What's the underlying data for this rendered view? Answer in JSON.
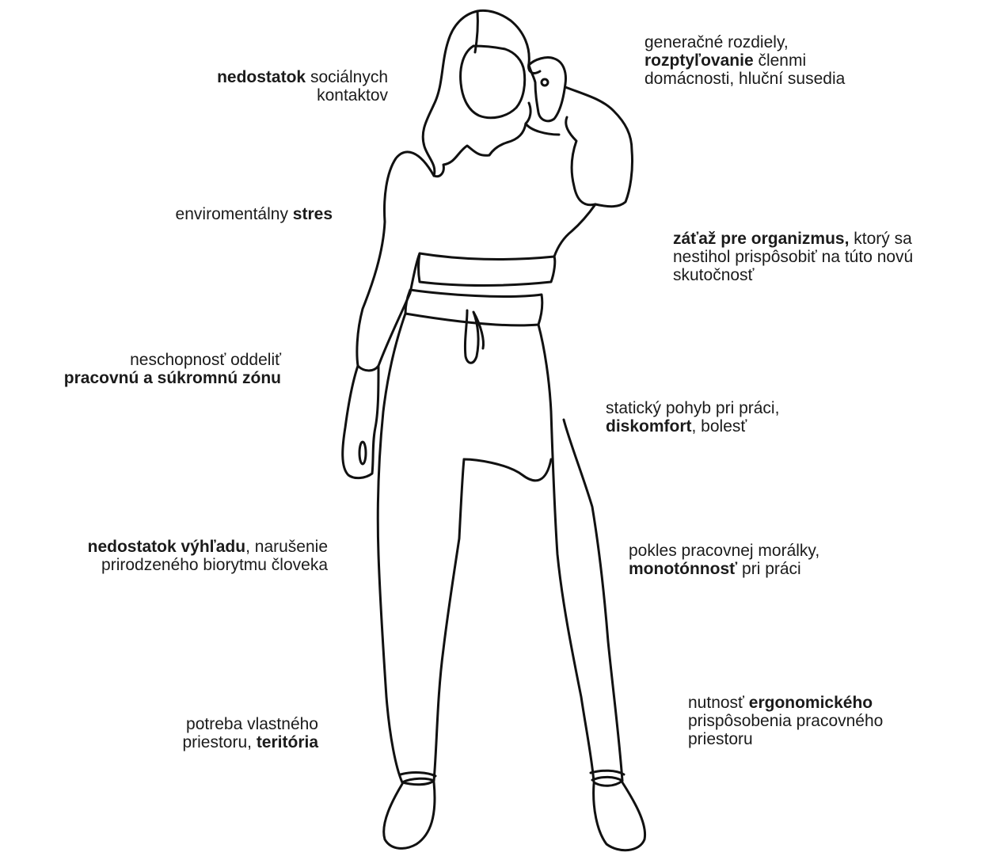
{
  "annotations": {
    "left": [
      {
        "id": "social",
        "lines": [
          [
            {
              "t": "nedostatok",
              "b": true
            },
            {
              "t": " sociálnych",
              "b": false
            }
          ],
          [
            {
              "t": "kontaktov",
              "b": false
            }
          ]
        ]
      },
      {
        "id": "env-stress",
        "lines": [
          [
            {
              "t": "enviromentálny ",
              "b": false
            },
            {
              "t": "stres",
              "b": true
            }
          ]
        ]
      },
      {
        "id": "zones",
        "lines": [
          [
            {
              "t": "neschopnosť oddeliť",
              "b": false
            }
          ],
          [
            {
              "t": "pracovnú a súkromnú zónu",
              "b": true
            }
          ]
        ]
      },
      {
        "id": "view",
        "lines": [
          [
            {
              "t": "nedostatok výhľadu",
              "b": true
            },
            {
              "t": ", narušenie",
              "b": false
            }
          ],
          [
            {
              "t": "prirodzeného biorytmu človeka",
              "b": false
            }
          ]
        ]
      },
      {
        "id": "territory",
        "lines": [
          [
            {
              "t": "potreba vlastného",
              "b": false
            }
          ],
          [
            {
              "t": "priestoru, ",
              "b": false
            },
            {
              "t": "teritória",
              "b": true
            }
          ]
        ]
      }
    ],
    "right": [
      {
        "id": "distraction",
        "lines": [
          [
            {
              "t": "generačné rozdiely,",
              "b": false
            }
          ],
          [
            {
              "t": "rozptyľovanie",
              "b": true
            },
            {
              "t": " členmi",
              "b": false
            }
          ],
          [
            {
              "t": "domácnosti, hluční susedia",
              "b": false
            }
          ]
        ]
      },
      {
        "id": "organism",
        "lines": [
          [
            {
              "t": "záťaž pre organizmus,",
              "b": true
            },
            {
              "t": " ktorý sa",
              "b": false
            }
          ],
          [
            {
              "t": "nestihol prispôsobiť na túto novú",
              "b": false
            }
          ],
          [
            {
              "t": "skutočnosť",
              "b": false
            }
          ]
        ]
      },
      {
        "id": "discomfort",
        "lines": [
          [
            {
              "t": "statický pohyb pri práci,",
              "b": false
            }
          ],
          [
            {
              "t": "diskomfort",
              "b": true
            },
            {
              "t": ", bolesť",
              "b": false
            }
          ]
        ]
      },
      {
        "id": "morale",
        "lines": [
          [
            {
              "t": "pokles pracovnej morálky,",
              "b": false
            }
          ],
          [
            {
              "t": "monotónnosť",
              "b": true
            },
            {
              "t": " pri práci",
              "b": false
            }
          ]
        ]
      },
      {
        "id": "ergonomics",
        "lines": [
          [
            {
              "t": "nutnosť ",
              "b": false
            },
            {
              "t": "ergonomického",
              "b": true
            }
          ],
          [
            {
              "t": "prispôsobenia pracovného",
              "b": false
            }
          ],
          [
            {
              "t": "priestoru",
              "b": false
            }
          ]
        ]
      }
    ]
  },
  "colors": {
    "text": "#1b1b1b",
    "stroke": "#111111",
    "background": "#ffffff"
  },
  "figure": {
    "icon": "woman-line-drawing-icon"
  }
}
